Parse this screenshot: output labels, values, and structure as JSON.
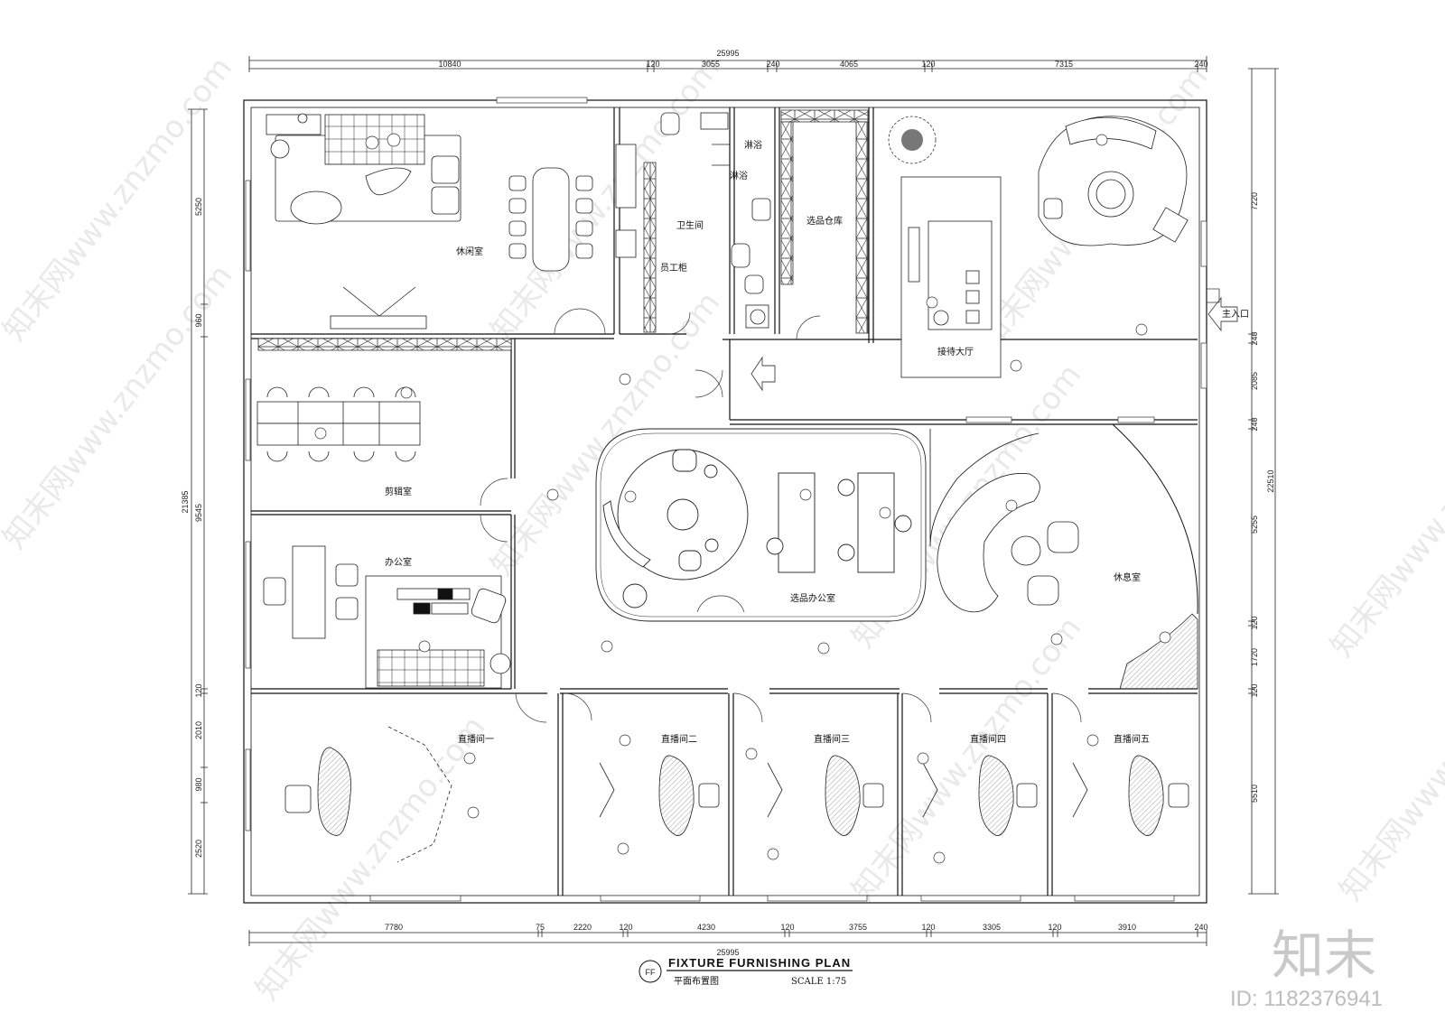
{
  "title": {
    "tag": "FF",
    "main": "FIXTURE FURNISHING PLAN",
    "sub": "平面布置图",
    "scale": "SCALE 1:75"
  },
  "dims": {
    "top_total": "25995",
    "top": [
      "10840",
      "120",
      "3055",
      "240",
      "4065",
      "120",
      "7315",
      "240"
    ],
    "bottom_total": "25995",
    "bottom": [
      "7780",
      "75",
      "2220",
      "120",
      "4230",
      "120",
      "3755",
      "120",
      "3305",
      "120",
      "3910",
      "240"
    ],
    "left_total": "21385",
    "left": [
      "5250",
      "960",
      "9545",
      "120",
      "2010",
      "980",
      "2520"
    ],
    "right_total": "22510",
    "right": [
      "7220",
      "240",
      "2085",
      "240",
      "5255",
      "120",
      "1720",
      "120",
      "5510"
    ]
  },
  "rooms": {
    "xiuxianshi": "休闲室",
    "weishengjian": "卫生间",
    "yuangonggui": "员工柜",
    "linyu1": "淋浴",
    "linyu2": "淋浴",
    "xuanpincangku": "选品仓库",
    "jiedaidating": "接待大厅",
    "zhurukou": "主入口",
    "jianjishi": "剪辑室",
    "bangongshi": "办公室",
    "xuanpinbangongshi": "选品办公室",
    "xiuxishi": "休息室",
    "zhibo1": "直播间一",
    "zhibo2": "直播间二",
    "zhibo3": "直播间三",
    "zhibo4": "直播间四",
    "zhibo5": "直播间五"
  },
  "watermark": {
    "text": "知末网www.znzmo.com",
    "brand": "知末",
    "id": "ID: 1182376941"
  },
  "colors": {
    "line": "#1a1a1a",
    "hatch": "#555555",
    "watermark": "#d0d0d0"
  }
}
